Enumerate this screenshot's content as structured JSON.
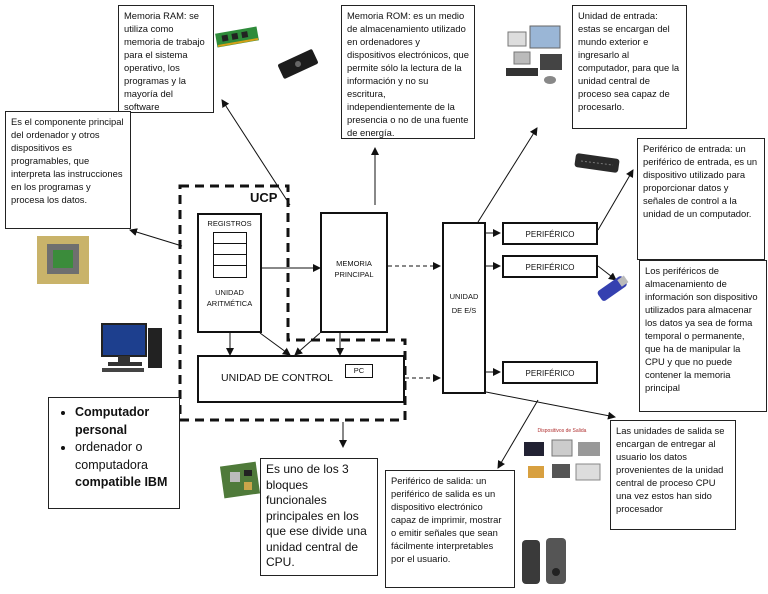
{
  "notes": {
    "ram": "Memoria RAM: se utiliza como memoria de trabajo para el sistema operativo, los programas y la mayoría del software",
    "rom": "Memoria ROM: es un medio de almacenamiento utilizado en ordenadores y dispositivos electrónicos, que permite sólo la lectura de la información y no su escritura, independientemente de la presencia o no de una fuente de energía.",
    "input_unit": "Unidad de entrada: estas se encargan del mundo exterior e ingresarlo al computador, para que la unidad central de proceso sea capaz de procesarlo.",
    "cpu": "Es el componente principal del ordenador y otros dispositivos es programables, que interpreta las instrucciones en los programas y procesa los datos.",
    "input_peripheral": "Periférico de entrada: un periférico de entrada, es un dispositivo utilizado para proporcionar datos y señales de control a la unidad de un computador.",
    "storage_peripheral": "Los periféricos de almacenamiento de información son dispositivo utilizados para almacenar los datos ya sea de forma temporal o permanente, que ha de manipular la CPU y que no puede contener la memoria principal",
    "control_unit": "Es uno de los 3 bloques funcionales principales en los que ese divide una unidad central de CPU.",
    "output_peripheral": "Periférico de salida: un periférico de salida es un dispositivo electrónico capaz de imprimir, mostrar o emitir señales que sean fácilmente interpretables por el usuario.",
    "output_unit": "Las unidades de salida se encargan de entregar al usuario los datos provenientes de la unidad central de proceso CPU una vez estos han sido procesador"
  },
  "pc_list": [
    {
      "text": "Computador personal",
      "bold": true
    },
    {
      "text": "ordenador o computadora",
      "bold": false
    },
    {
      "text": "compatible IBM",
      "bold": true
    }
  ],
  "diagram": {
    "ucp": "UCP",
    "registros": "REGISTROS",
    "alu": "UNIDAD ARITMÉTICA",
    "memoria": "MEMORIA PRINCIPAL",
    "control": "UNIDAD DE CONTROL",
    "pc": "PC",
    "es": "UNIDAD DE E/S",
    "peripheral": "PERIFÉRICO"
  },
  "image_text": {
    "output_devices_caption": "Dispositivos de Salida"
  }
}
